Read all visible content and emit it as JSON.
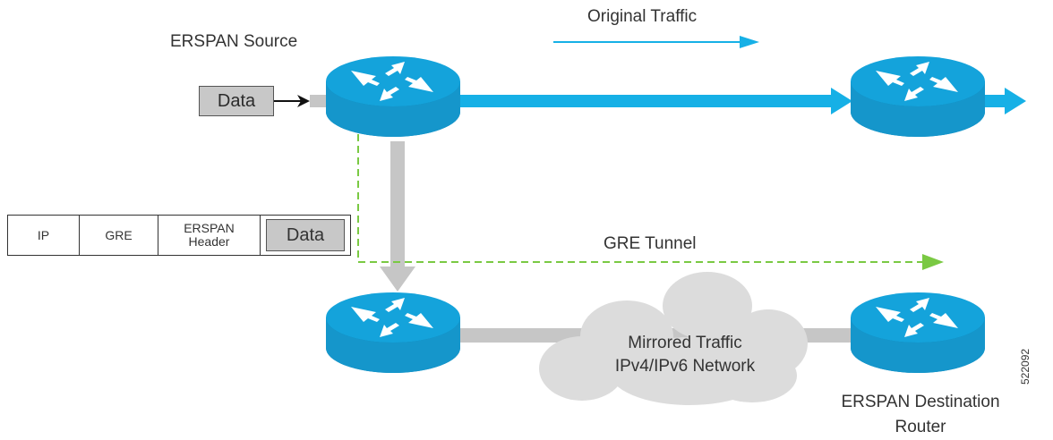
{
  "labels": {
    "source": "ERSPAN Source",
    "original_traffic": "Original Traffic",
    "gre_tunnel": "GRE Tunnel",
    "cloud_line1": "Mirrored Traffic",
    "cloud_line2": "IPv4/IPv6 Network",
    "destination_line1": "ERSPAN Destination",
    "destination_line2": "Router",
    "figure_id": "522092"
  },
  "data_box": "Data",
  "packet": {
    "ip": "IP",
    "gre": "GRE",
    "erspan_line1": "ERSPAN",
    "erspan_line2": "Header",
    "data": "Data"
  },
  "colors": {
    "router_blue": "#14a3db",
    "router_dark": "#0e86b8",
    "traffic_arrow": "#16b0e6",
    "mirror_gray": "#c6c6c6",
    "tunnel_green": "#7ac943",
    "cloud_gray": "#dcdcdc"
  },
  "icons": [
    "router-icon",
    "cloud-icon",
    "arrow-icon"
  ]
}
